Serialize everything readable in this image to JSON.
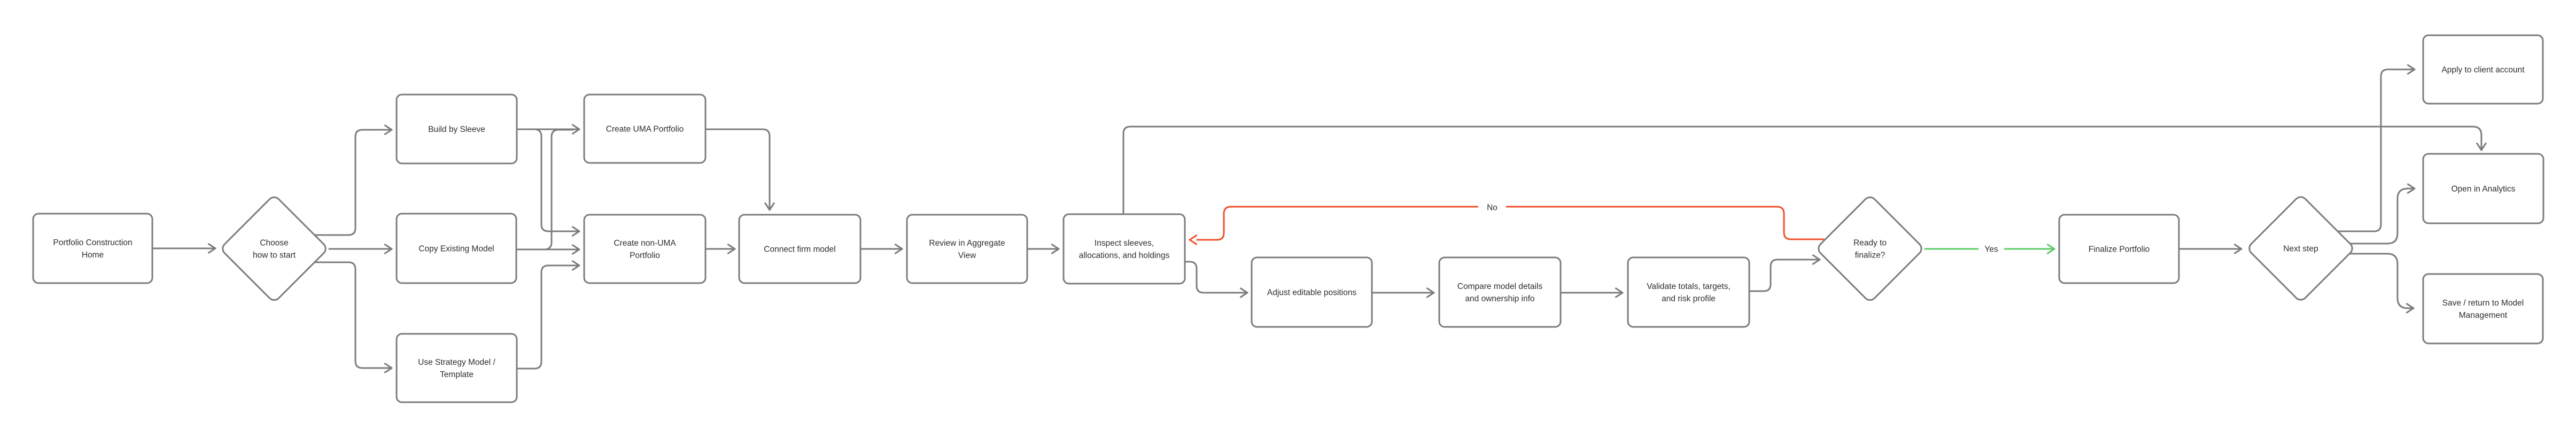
{
  "title": "Portfolio construction workflow flowchart",
  "colors": {
    "background": "#FFFFFF",
    "line": "#7A7C7F",
    "node_border": "#7A7C7F",
    "node_fill": "#FFFFFF",
    "text": "#2B2E31",
    "no_branch": "#F1502A",
    "yes_branch": "#5CCB69"
  },
  "nodes": [
    {
      "id": "portfolio-home",
      "type": "process",
      "label_lines": [
        "Portfolio Construction",
        "Home"
      ]
    },
    {
      "id": "choose-start",
      "type": "decision",
      "label_lines": [
        "Choose",
        "how to start"
      ]
    },
    {
      "id": "build-by-sleeve",
      "type": "process",
      "label_lines": [
        "Build by Sleeve"
      ]
    },
    {
      "id": "copy-existing-model",
      "type": "process",
      "label_lines": [
        "Copy Existing Model"
      ]
    },
    {
      "id": "use-strategy-model",
      "type": "process",
      "label_lines": [
        "Use Strategy Model /",
        "Template"
      ]
    },
    {
      "id": "create-uma",
      "type": "process",
      "label_lines": [
        "Create UMA Portfolio"
      ]
    },
    {
      "id": "create-non-uma",
      "type": "process",
      "label_lines": [
        "Create non-UMA",
        "Portfolio"
      ]
    },
    {
      "id": "connect-firm-model",
      "type": "process",
      "label_lines": [
        "Connect firm model"
      ]
    },
    {
      "id": "review-aggregate",
      "type": "process",
      "label_lines": [
        "Review in Aggregate",
        "View"
      ]
    },
    {
      "id": "inspect-sleeves",
      "type": "process",
      "label_lines": [
        "Inspect sleeves,",
        "allocations, and holdings"
      ]
    },
    {
      "id": "adjust-positions",
      "type": "process",
      "label_lines": [
        "Adjust editable positions"
      ]
    },
    {
      "id": "compare-details",
      "type": "process",
      "label_lines": [
        "Compare model details",
        "and ownership info"
      ]
    },
    {
      "id": "validate-totals",
      "type": "process",
      "label_lines": [
        "Validate totals, targets,",
        "and risk profile"
      ]
    },
    {
      "id": "ready-to-finalize",
      "type": "decision",
      "label_lines": [
        "Ready to",
        "finalize?"
      ]
    },
    {
      "id": "finalize-portfolio",
      "type": "process",
      "label_lines": [
        "Finalize Portfolio"
      ]
    },
    {
      "id": "next-step",
      "type": "decision",
      "label_lines": [
        "Next step"
      ]
    },
    {
      "id": "apply-client-account",
      "type": "process",
      "label_lines": [
        "Apply to client account"
      ]
    },
    {
      "id": "open-analytics",
      "type": "process",
      "label_lines": [
        "Open in Analytics"
      ]
    },
    {
      "id": "save-return-mm",
      "type": "process",
      "label_lines": [
        "Save / return to Model",
        "Management"
      ]
    }
  ],
  "edges": [
    {
      "id": "e1",
      "from": "portfolio-home",
      "to": "choose-start",
      "label": "",
      "color": "line"
    },
    {
      "id": "e2",
      "from": "choose-start",
      "to": "build-by-sleeve",
      "label": "",
      "color": "line"
    },
    {
      "id": "e3",
      "from": "choose-start",
      "to": "copy-existing-model",
      "label": "",
      "color": "line"
    },
    {
      "id": "e4",
      "from": "choose-start",
      "to": "use-strategy-model",
      "label": "",
      "color": "line"
    },
    {
      "id": "e5",
      "from": "build-by-sleeve",
      "to": "create-uma",
      "label": "",
      "color": "line"
    },
    {
      "id": "e6",
      "from": "build-by-sleeve",
      "to": "create-non-uma",
      "label": "",
      "color": "line"
    },
    {
      "id": "e7",
      "from": "copy-existing-model",
      "to": "create-non-uma",
      "label": "",
      "color": "line"
    },
    {
      "id": "e8",
      "from": "copy-existing-model",
      "to": "create-uma",
      "label": "",
      "color": "line"
    },
    {
      "id": "e9",
      "from": "use-strategy-model",
      "to": "create-non-uma",
      "label": "",
      "color": "line"
    },
    {
      "id": "e10",
      "from": "create-non-uma",
      "to": "connect-firm-model",
      "label": "",
      "color": "line"
    },
    {
      "id": "e11",
      "from": "create-uma",
      "to": "connect-firm-model",
      "label": "",
      "color": "line"
    },
    {
      "id": "e12",
      "from": "connect-firm-model",
      "to": "review-aggregate",
      "label": "",
      "color": "line"
    },
    {
      "id": "e13",
      "from": "review-aggregate",
      "to": "inspect-sleeves",
      "label": "",
      "color": "line"
    },
    {
      "id": "e14",
      "from": "inspect-sleeves",
      "to": "open-analytics",
      "label": "",
      "color": "line"
    },
    {
      "id": "e15",
      "from": "inspect-sleeves",
      "to": "adjust-positions",
      "label": "",
      "color": "line"
    },
    {
      "id": "e16",
      "from": "adjust-positions",
      "to": "compare-details",
      "label": "",
      "color": "line"
    },
    {
      "id": "e17",
      "from": "compare-details",
      "to": "validate-totals",
      "label": "",
      "color": "line"
    },
    {
      "id": "e18",
      "from": "validate-totals",
      "to": "ready-to-finalize",
      "label": "",
      "color": "line"
    },
    {
      "id": "e19",
      "from": "ready-to-finalize",
      "to": "inspect-sleeves",
      "label": "No",
      "color": "no_branch"
    },
    {
      "id": "e20",
      "from": "ready-to-finalize",
      "to": "finalize-portfolio",
      "label": "Yes",
      "color": "yes_branch"
    },
    {
      "id": "e21",
      "from": "finalize-portfolio",
      "to": "next-step",
      "label": "",
      "color": "line"
    },
    {
      "id": "e22",
      "from": "next-step",
      "to": "apply-client-account",
      "label": "",
      "color": "line"
    },
    {
      "id": "e23",
      "from": "next-step",
      "to": "open-analytics",
      "label": "",
      "color": "line"
    },
    {
      "id": "e24",
      "from": "next-step",
      "to": "save-return-mm",
      "label": "",
      "color": "line"
    }
  ]
}
